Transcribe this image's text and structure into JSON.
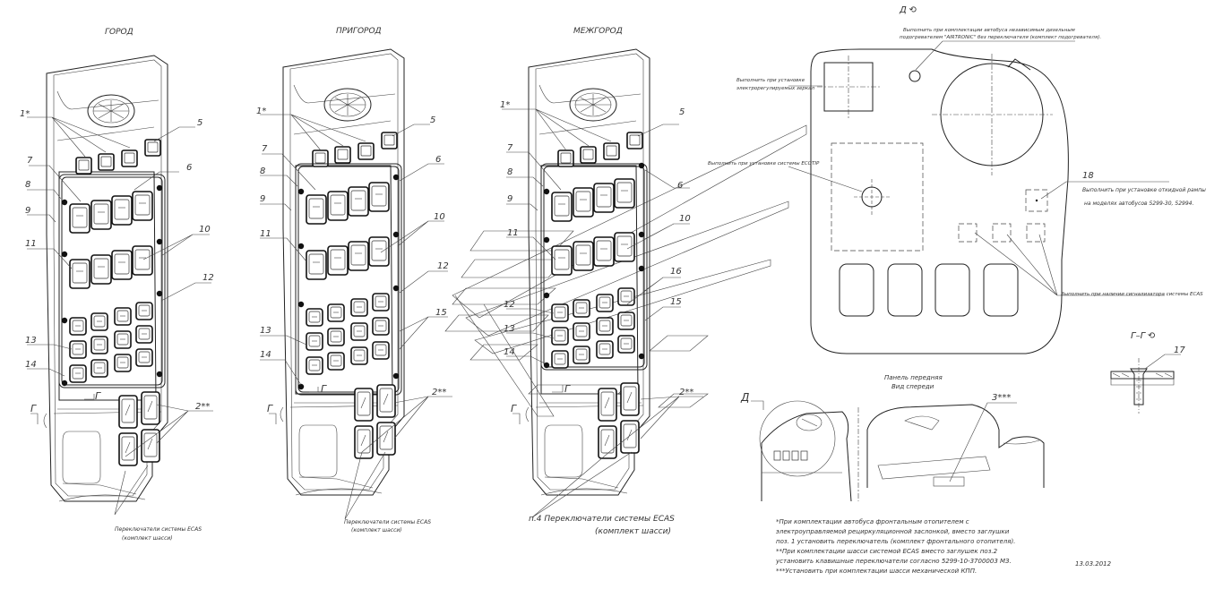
{
  "views": {
    "city": "ГОРОД",
    "suburban": "ПРИГОРОД",
    "intercity": "МЕЖГОРОД"
  },
  "callouts": {
    "c1": "1*",
    "c2": "2**",
    "c3": "3***",
    "c5": "5",
    "c6": "6",
    "c7": "7",
    "c8": "8",
    "c9": "9",
    "c10": "10",
    "c11": "11",
    "c12": "12",
    "c13": "13",
    "c14": "14",
    "c15": "15",
    "c16": "16",
    "c17": "17",
    "c18": "18"
  },
  "section_marks": {
    "g": "Г",
    "d_view": "Д",
    "d_rot": "Д ⟲",
    "gg_rot": "Г–Г ⟲"
  },
  "notes": {
    "ecas_small": "Переключатели системы ECAS",
    "ecas_small_sub": "(комплект шасси)",
    "ecas_big": "п.4 Переключатели системы ECAS",
    "ecas_big_sub": "(комплект шасси)",
    "airtronic_1": "Выполнить при комплектации автобуса независимым дизельным",
    "airtronic_2": "подогревателем \"AIRTRONIC\" без переключателя (комплект подогревателя).",
    "mirror_1": "Выполнить при установке",
    "mirror_2": "электрорегулируемых зеркал",
    "ecotip": "Выполнить при установке системы ECOTIP",
    "ramp_1": "Выполнить при установке откидной рампы",
    "ramp_2": "на моделях автобусов 5299-30, 52994.",
    "ecas_signal": "Выполнить при наличии сигнализатора системы ECAS",
    "front_panel_1": "Панель передняя",
    "front_panel_2": "Вид спереди"
  },
  "footnotes": [
    "*При комплектации автобуса фронтальным отопителем с",
    "электроуправляемой рециркуляционной заслонкой, вместо заглушки",
    "поз. 1 установить переключатель (комплект фронтального отопителя).",
    "**При комплектации шасси системой ECAS вместо заглушек поз.2",
    "установить клавишные переключатели согласно 5299-10-3700003 МЗ.",
    "***Установить при комплектации шасси механической КПП."
  ],
  "date": "13.03.2012"
}
